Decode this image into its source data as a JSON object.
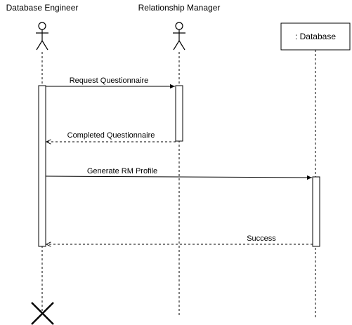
{
  "actors": [
    {
      "label": "Database Engineer",
      "kind": "stick-figure"
    },
    {
      "label": "Relationship Manager",
      "kind": "stick-figure"
    },
    {
      "label": ": Database",
      "kind": "object-box"
    }
  ],
  "messages": [
    {
      "label": "Request Questionnaire",
      "from": "Database Engineer",
      "to": "Relationship Manager",
      "style": "sync"
    },
    {
      "label": "Completed Questionnaire",
      "from": "Relationship Manager",
      "to": "Database Engineer",
      "style": "return"
    },
    {
      "label": "Generate RM Profile",
      "from": "Database Engineer",
      "to": ": Database",
      "style": "sync"
    },
    {
      "label": "Success",
      "from": ": Database",
      "to": "Database Engineer",
      "style": "return"
    }
  ],
  "destruction": {
    "lifeline": "Database Engineer",
    "icon": "destroy-x-icon"
  },
  "colors": {
    "line": "#000000",
    "background": "#ffffff"
  }
}
